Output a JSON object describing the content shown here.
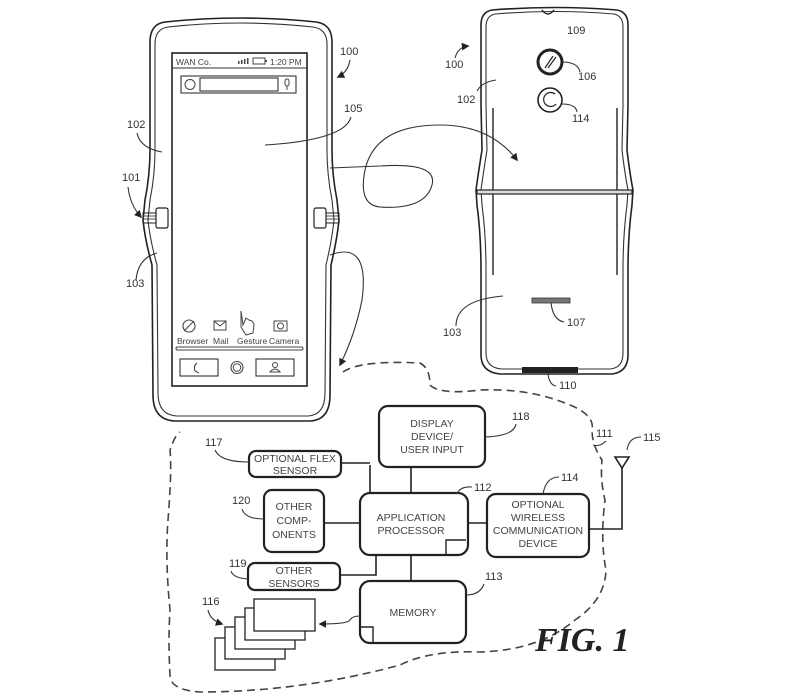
{
  "figure": {
    "caption": "FIG. 1"
  },
  "front_phone": {
    "status_bar": {
      "carrier": "WAN Co.",
      "time": "1:20 PM",
      "icons": [
        "signal-icon",
        "battery-icon"
      ]
    },
    "search_bar": {
      "icons": [
        "circle-search-icon",
        "microphone-icon"
      ]
    },
    "apps": [
      {
        "label": "Browser",
        "icon": "browser-icon"
      },
      {
        "label": "Mail",
        "icon": "mail-icon"
      },
      {
        "label": "Gesture",
        "icon": "hand-gesture-icon"
      },
      {
        "label": "Camera",
        "icon": "camera-icon"
      }
    ],
    "nav_buttons": [
      "phone-icon",
      "home-icon",
      "contact-icon"
    ]
  },
  "reference_numerals": {
    "device_front": "100",
    "device_back": "100",
    "hinge": "101",
    "first_housing_front": "102",
    "first_housing_back": "102",
    "second_housing_front": "103",
    "second_housing_back": "103",
    "display": "105",
    "camera": "106",
    "speaker": "107",
    "top_back": "109",
    "port": "110",
    "schematic": "111",
    "processor": "112",
    "memory": "113",
    "rear_component": "114",
    "wireless": "114",
    "antenna": "115",
    "modules": "116",
    "flex_sensor": "117",
    "display_input": "118",
    "other_sensors": "119",
    "other_components": "120"
  },
  "blocks": {
    "display_input": [
      "DISPLAY",
      "DEVICE/",
      "USER INPUT"
    ],
    "flex_sensor": [
      "OPTIONAL FLEX",
      "SENSOR"
    ],
    "other_components": [
      "OTHER",
      "COMP-",
      "ONENTS"
    ],
    "processor": [
      "APPLICATION",
      "PROCESSOR"
    ],
    "wireless": [
      "OPTIONAL",
      "WIRELESS",
      "COMMUNICATION",
      "DEVICE"
    ],
    "other_sensors": [
      "OTHER",
      "SENSORS"
    ],
    "memory": [
      "MEMORY"
    ]
  }
}
